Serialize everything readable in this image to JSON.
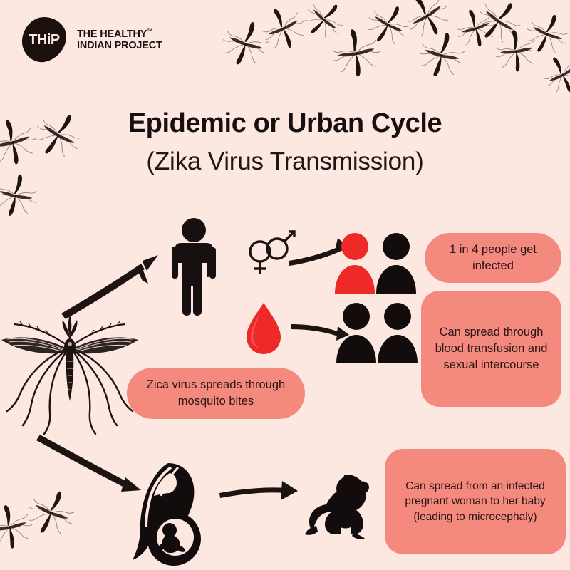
{
  "background_color": "#FCE7E1",
  "accent_color": "#F4897E",
  "ink_color": "#181010",
  "red_color": "#EE2A28",
  "logo": {
    "mark_text": "THiP",
    "line1": "THE HEALTHY",
    "trademark": "™",
    "line2": "INDIAN PROJECT"
  },
  "title": {
    "main": "Epidemic or Urban Cycle",
    "sub": "(Zika Virus Transmission)"
  },
  "callouts": {
    "infected": "1 in 4 people get infected",
    "blood": "Can spread through blood transfusion and sexual intercourse",
    "mosquito": "Zica virus spreads through mosquito bites",
    "pregnant": "Can spread from an infected pregnant woman to her baby (leading to microcephaly)"
  },
  "icons": {
    "mosquito_large": "mosquito-illustration",
    "standing_person": "standing-person-icon",
    "gender_symbols": "male-female-symbols-icon",
    "blood_drop": "blood-drop-icon",
    "person_red": "person-infected-icon",
    "person_black": "person-icon",
    "pregnant_woman": "pregnant-woman-icon",
    "crawling_baby": "crawling-baby-icon",
    "arrow": "arrow-icon"
  }
}
